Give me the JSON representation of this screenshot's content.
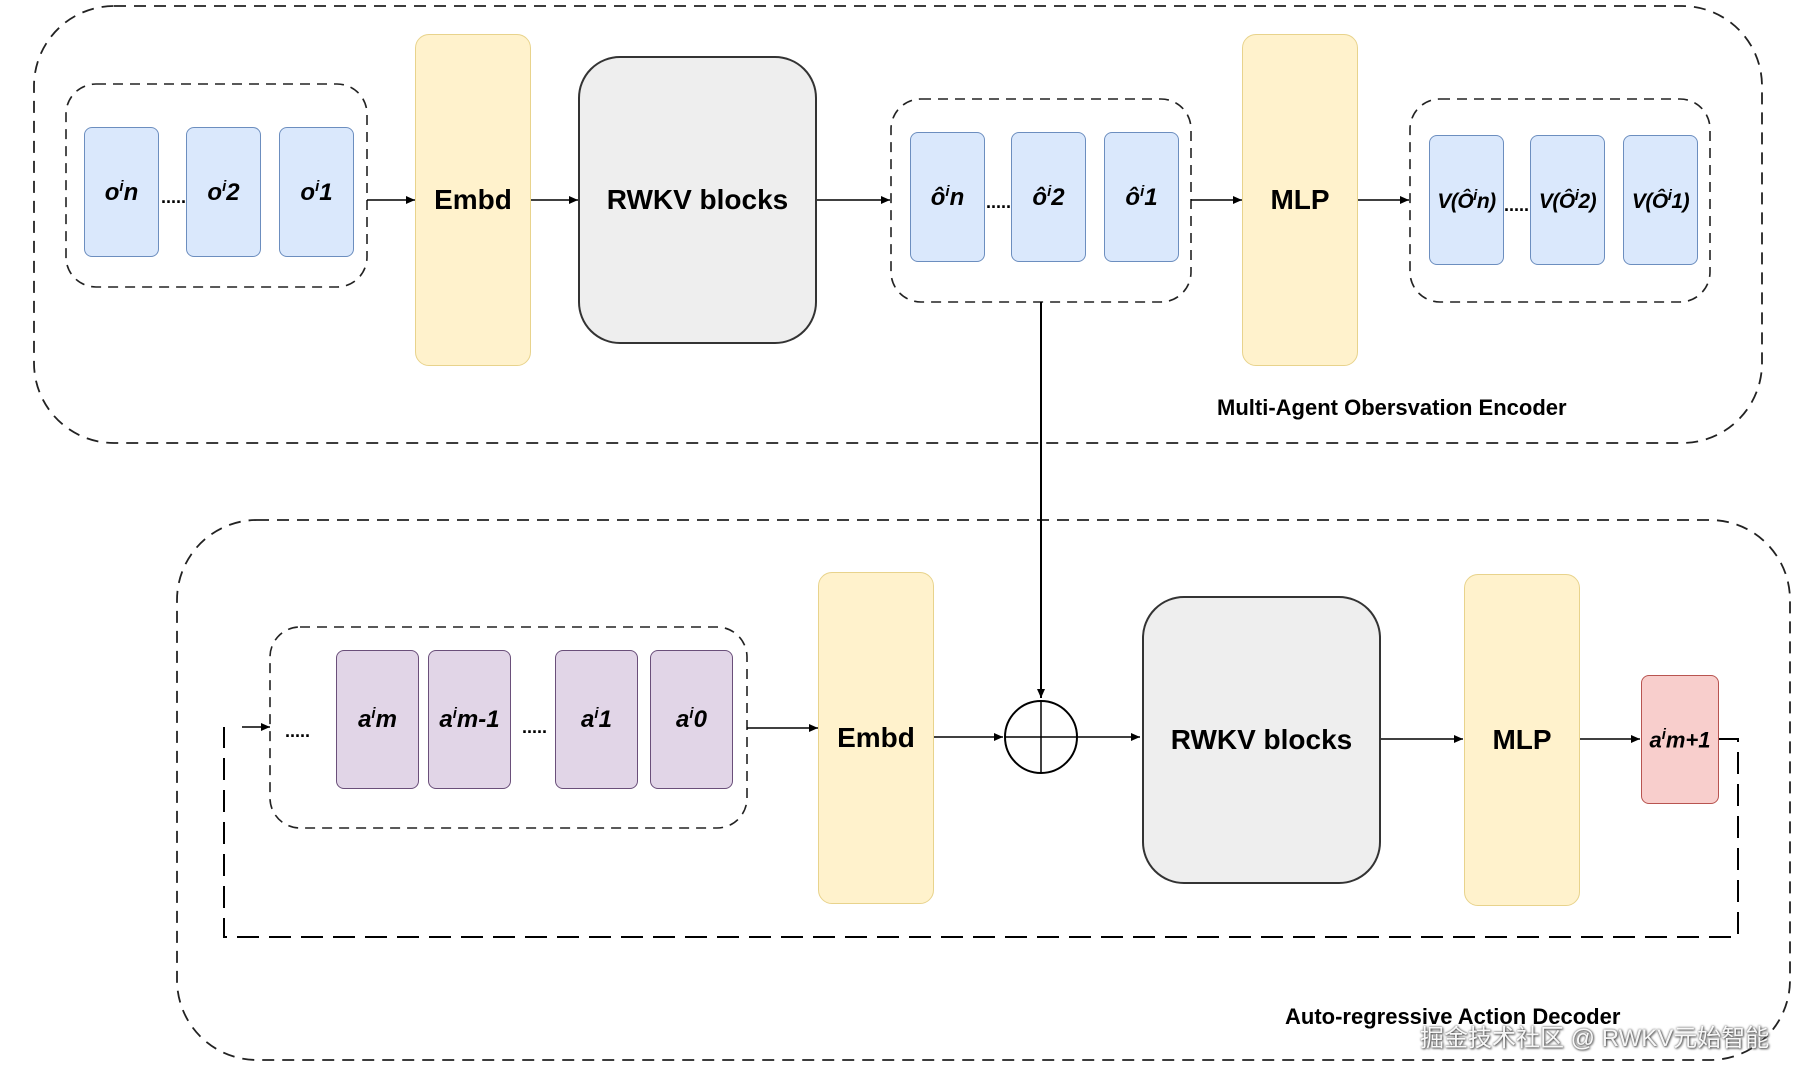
{
  "encoder": {
    "title": "Multi-Agent Obersvation Encoder",
    "embed_label": "Embd",
    "rwkv_label": "RWKV blocks",
    "mlp_label": "MLP",
    "input_tokens": [
      {
        "base": "o",
        "sup": "i",
        "sub": "n"
      },
      {
        "base": "o",
        "sup": "i",
        "sub": "2"
      },
      {
        "base": "o",
        "sup": "i",
        "sub": "1"
      }
    ],
    "encoded_tokens": [
      {
        "base": "ô",
        "sup": "i",
        "sub": "n"
      },
      {
        "base": "ô",
        "sup": "i",
        "sub": "2"
      },
      {
        "base": "ô",
        "sup": "i",
        "sub": "1"
      }
    ],
    "value_tokens": [
      {
        "pre": "V(Ô",
        "sup": "i",
        "post": "n)"
      },
      {
        "pre": "V(Ô",
        "sup": "i",
        "post": "2)"
      },
      {
        "pre": "V(Ô",
        "sup": "i",
        "post": "1)"
      }
    ],
    "ellipsis": "....."
  },
  "decoder": {
    "title": "Auto-regressive Action Decoder",
    "embed_label": "Embd",
    "rwkv_label": "RWKV blocks",
    "mlp_label": "MLP",
    "action_tokens": [
      {
        "base": "a",
        "sup": "i",
        "sub": "m"
      },
      {
        "base": "a",
        "sup": "i",
        "sub": "m-1"
      },
      {
        "base": "a",
        "sup": "i",
        "sub": "1"
      },
      {
        "base": "a",
        "sup": "i",
        "sub": "0"
      }
    ],
    "output_token": {
      "base": "a",
      "sup": "i",
      "sub": "m+1"
    },
    "ellipsis": "....."
  },
  "watermark": "掘金技术社区 @ RWKV元始智能",
  "colors": {
    "yellow_fill": "#fff2cc",
    "gray_fill": "#eeeeee",
    "blue_fill": "#dae8fc",
    "purple_fill": "#e1d5e7",
    "pink_fill": "#f8cecc"
  }
}
